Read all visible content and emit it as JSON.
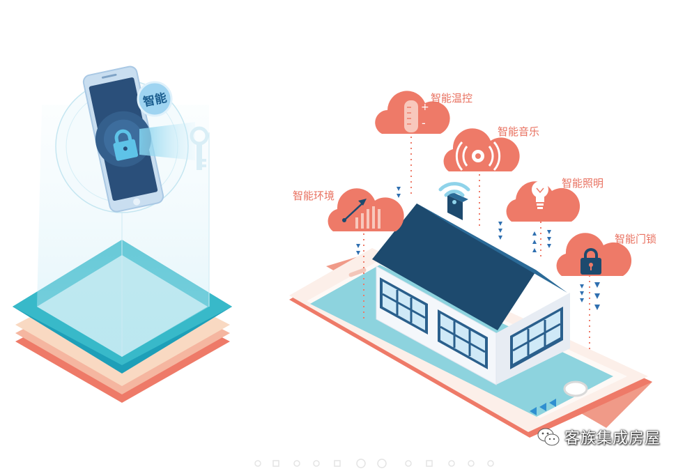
{
  "left_illustration": {
    "badge_text": "智能"
  },
  "clouds": [
    {
      "label": "智能温控",
      "icon": "thermometer-icon"
    },
    {
      "label": "智能音乐",
      "icon": "speaker-icon"
    },
    {
      "label": "智能照明",
      "icon": "lightbulb-icon"
    },
    {
      "label": "智能环境",
      "icon": "chart-arrow-icon"
    },
    {
      "label": "智能门锁",
      "icon": "padlock-icon"
    }
  ],
  "watermark": {
    "text": "客族集成房屋",
    "icon": "wechat-icon"
  },
  "colors": {
    "coral": "#ee7a68",
    "navy": "#1d4a6e",
    "teal": "#36b3c2",
    "blue": "#2f8fd0"
  }
}
